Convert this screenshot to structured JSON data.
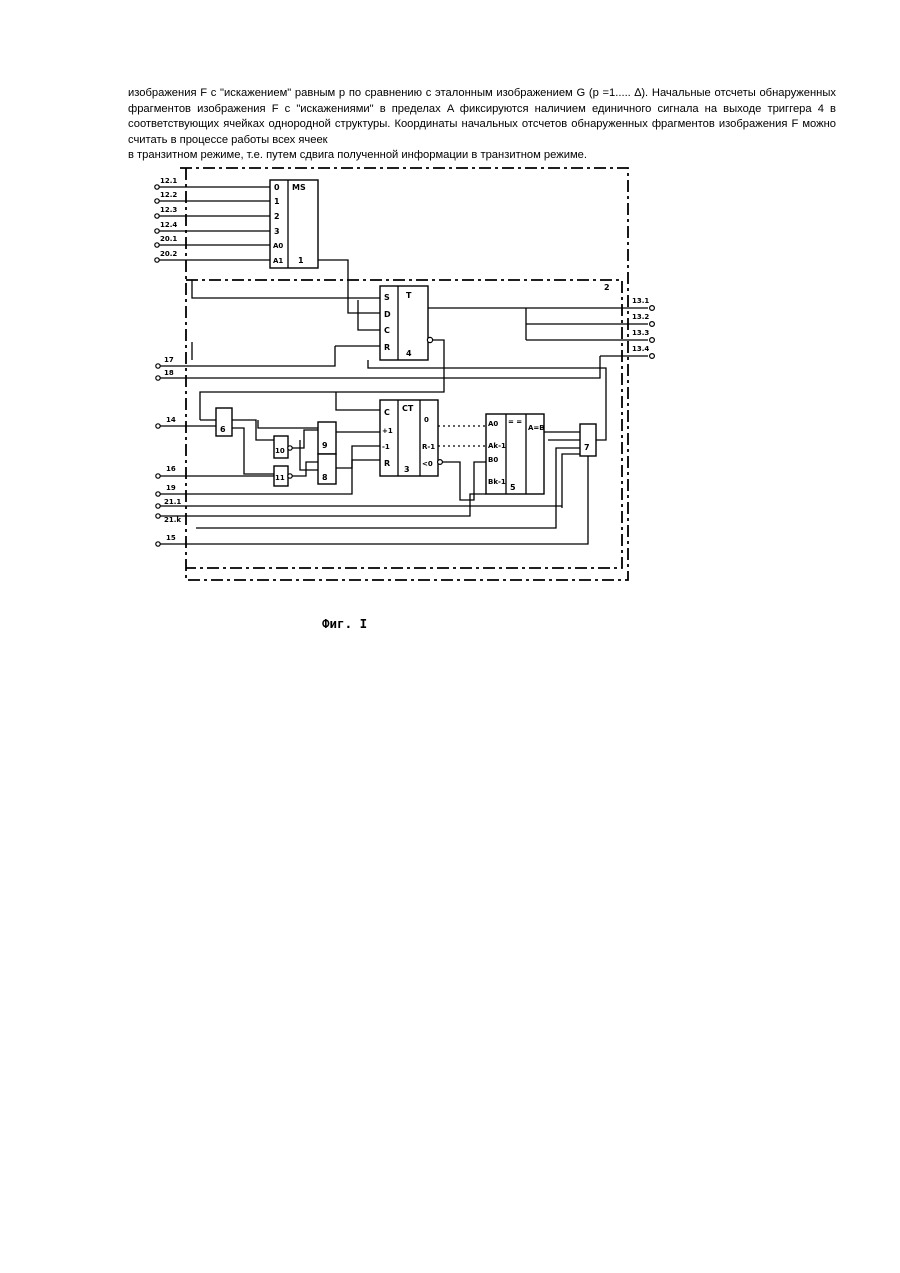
{
  "text": {
    "paragraph": "изображения F с \"искажением\" равным p по сравнению с эталонным изображением G (p =1..... ∆). Начальные отсчеты обнаруженных фрагментов изображения F с \"искажениями\" в пределах A фиксируются наличием единичного сигнала на выходе триггера 4 в соответствующих ячейках однородной структуры. Координаты начальных отсчетов обнаруженных фрагментов изображения F можно считать в процессе работы всех ячеек",
    "last_line": "в транзитном режиме, т.е. путем сдвига полученной информации в транзитном режиме."
  },
  "figure": {
    "caption": "Фиг. I",
    "left_terminals": [
      "12.1",
      "12.2",
      "12.3",
      "12.4",
      "20.1",
      "20.2",
      "17",
      "18",
      "14",
      "16",
      "19",
      "21.1",
      "21.k",
      "15"
    ],
    "right_terminals": [
      "13.1",
      "13.2",
      "13.3",
      "13.4"
    ],
    "ms": {
      "name": "MS",
      "inputs": [
        "0",
        "1",
        "2",
        "3",
        "A0",
        "A1"
      ],
      "output": "1"
    },
    "trigger": {
      "name": "T",
      "number": "4",
      "inputs": [
        "S",
        "D",
        "C",
        "R"
      ]
    },
    "counter": {
      "name": "CT",
      "number": "3",
      "inputs": [
        "C",
        "+1",
        "-1",
        "R"
      ],
      "outputs": [
        "0",
        "R-1",
        "<0"
      ]
    },
    "comparator": {
      "number": "5",
      "inputs": [
        "A0",
        "Ak-1",
        "B0",
        "Bk-1"
      ],
      "top": "= =",
      "out": "A=B"
    },
    "blocks": [
      "6",
      "7",
      "8",
      "9",
      "10",
      "11"
    ],
    "structure_label": "2"
  }
}
